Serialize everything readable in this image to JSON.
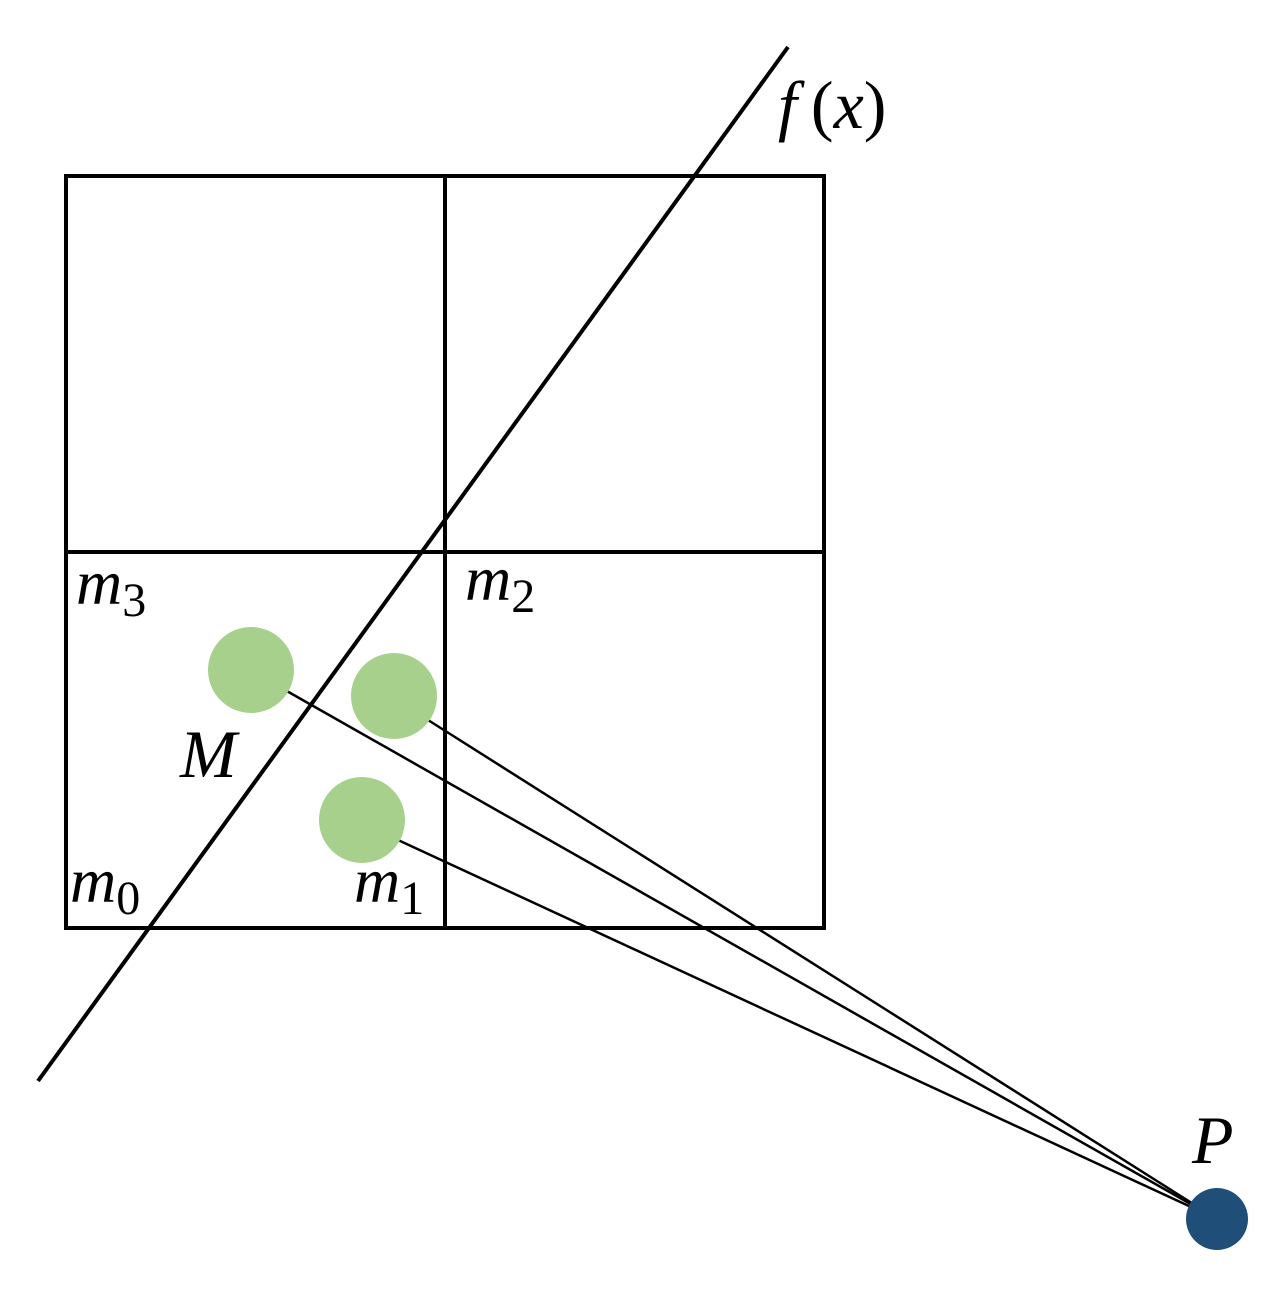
{
  "labels": {
    "function": {
      "name": "f",
      "open": "(",
      "var": "x",
      "close": ")"
    },
    "m0": {
      "base": "m",
      "sub": "0"
    },
    "m1": {
      "base": "m",
      "sub": "1"
    },
    "m2": {
      "base": "m",
      "sub": "2"
    },
    "m3": {
      "base": "m",
      "sub": "3"
    },
    "M": "M",
    "P": "P"
  },
  "colors": {
    "line": "#000000",
    "sample_point": "#a8d08d",
    "target_point": "#1f4e79",
    "background": "#ffffff"
  }
}
